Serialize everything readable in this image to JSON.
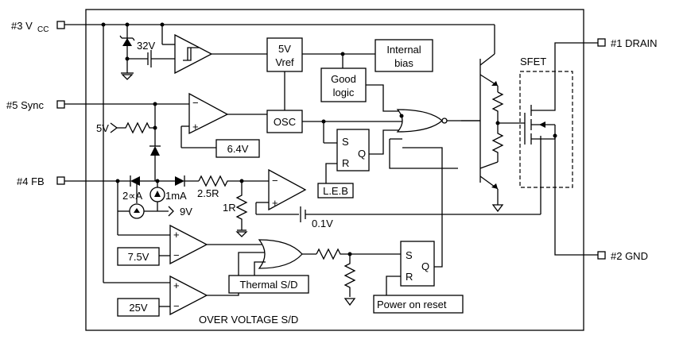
{
  "pins": {
    "vcc": {
      "name": "#3 V",
      "sub": "CC"
    },
    "sync": "#5 Sync",
    "fb": "#4 FB",
    "drain": "#1 DRAIN",
    "gnd": "#2 GND"
  },
  "blocks": {
    "vref_line1": "5V",
    "vref_line2": "Vref",
    "internal_bias_line1": "Internal",
    "internal_bias_line2": "bias",
    "good_logic_line1": "Good",
    "good_logic_line2": "logic",
    "osc": "OSC",
    "leb": "L.E.B",
    "thermal_sd": "Thermal S/D",
    "power_on_reset": "Power on reset",
    "ref_64": "6.4V",
    "ref_75": "7.5V",
    "ref_25": "25V"
  },
  "labels": {
    "zener": "32V",
    "sync_bias": "5V",
    "current_2ua": "2∝A",
    "current_1ma": "1mA",
    "clamp_9v": "9V",
    "res_25r": "2.5R",
    "res_1r": "1R",
    "bat_01v": "0.1V",
    "sfet": "SFET",
    "over_voltage": "OVER VOLTAGE S/D",
    "latch1_s": "S",
    "latch1_r": "R",
    "latch1_q": "Q",
    "latch2_s": "S",
    "latch2_r": "R",
    "latch2_q": "Q",
    "minus": "−",
    "plus": "+"
  }
}
